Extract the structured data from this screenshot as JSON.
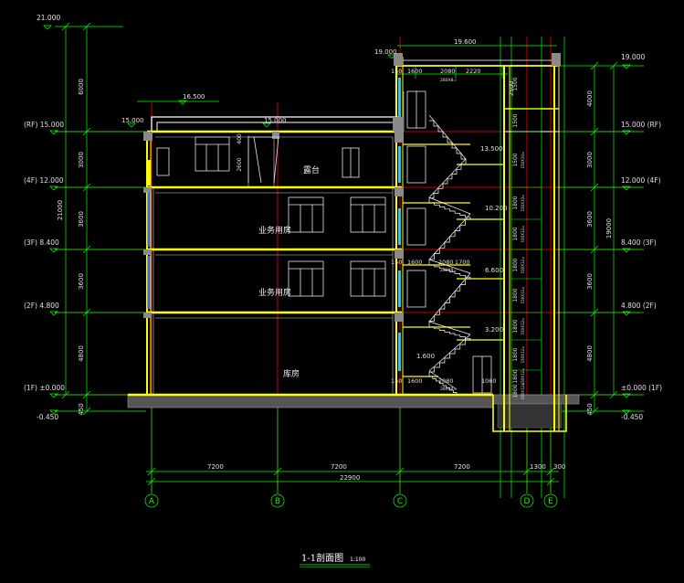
{
  "title": "1-1剖面图",
  "scale": "1:100",
  "rooms": {
    "terrace": "露台",
    "office_3f": "业务用房",
    "office_2f": "业务用房",
    "storage": "库房"
  },
  "left_levels": {
    "top": "21.000",
    "roof": "(RF) 15.000",
    "f4": "(4F) 12.000",
    "f3": "(3F) 8.400",
    "f2": "(2F) 4.800",
    "f1": "(1F) ±0.000",
    "ground": "-0.450"
  },
  "right_levels": {
    "top": "19.000",
    "roof": "15.000 (RF)",
    "f4": "12.000 (4F)",
    "f3": "8.400 (3F)",
    "f2": "4.800 (2F)",
    "f1": "±0.000 (1F)",
    "ground": "-0.450"
  },
  "left_heights": {
    "a": "6000",
    "b": "3000",
    "c": "3600",
    "d": "3600",
    "e": "4800",
    "f": "450",
    "total": "21000"
  },
  "right_heights": {
    "a": "4000",
    "b": "3000",
    "c": "3600",
    "d": "3600",
    "e": "4800",
    "f": "450",
    "total": "19000"
  },
  "top_labels": {
    "parapet": "16.500",
    "roof_left": "15.000",
    "roof_mid": "15.000",
    "stair_top": "19.000",
    "width_top": "19.600",
    "dim_150": "150",
    "dim_1600": "1600",
    "dim_2080": "2080",
    "dim_2220": "2220",
    "sub_note": "280X8=",
    "dim_2500": "2500",
    "dim_400": "400",
    "dim_2600": "2600"
  },
  "stair_levels": {
    "l1": "13.500",
    "l2": "10.200",
    "l3": "6.600",
    "l4": "3.200",
    "l5": "1.600"
  },
  "stair_dims": {
    "d150": "150",
    "d1600": "1600",
    "d2080": "2080",
    "d1700": "1700",
    "d1060": "1060",
    "sub": "280X8="
  },
  "elevator_dims": [
    "1500",
    "1500",
    "1500",
    "1800",
    "1800",
    "1800",
    "1800",
    "1800",
    "1800",
    "1800",
    "1800"
  ],
  "elevator_subs": [
    "150X10=",
    "150X10=",
    "150X12=",
    "150X12=",
    "150X12=",
    "150X12=",
    "150X12=",
    "150X12=",
    "150X12="
  ],
  "bottom_dims": {
    "a": "7200",
    "b": "7200",
    "c": "7200",
    "d": "1300",
    "e": "300",
    "total": "22900"
  },
  "axes": [
    "A",
    "B",
    "C",
    "D",
    "E"
  ],
  "colors": {
    "yellow": "#ffff00",
    "green": "#00ff00",
    "red": "#ff0000",
    "cyan": "#00ffff",
    "blue": "#3060ff",
    "white": "#ffffff",
    "gray": "#808080"
  }
}
